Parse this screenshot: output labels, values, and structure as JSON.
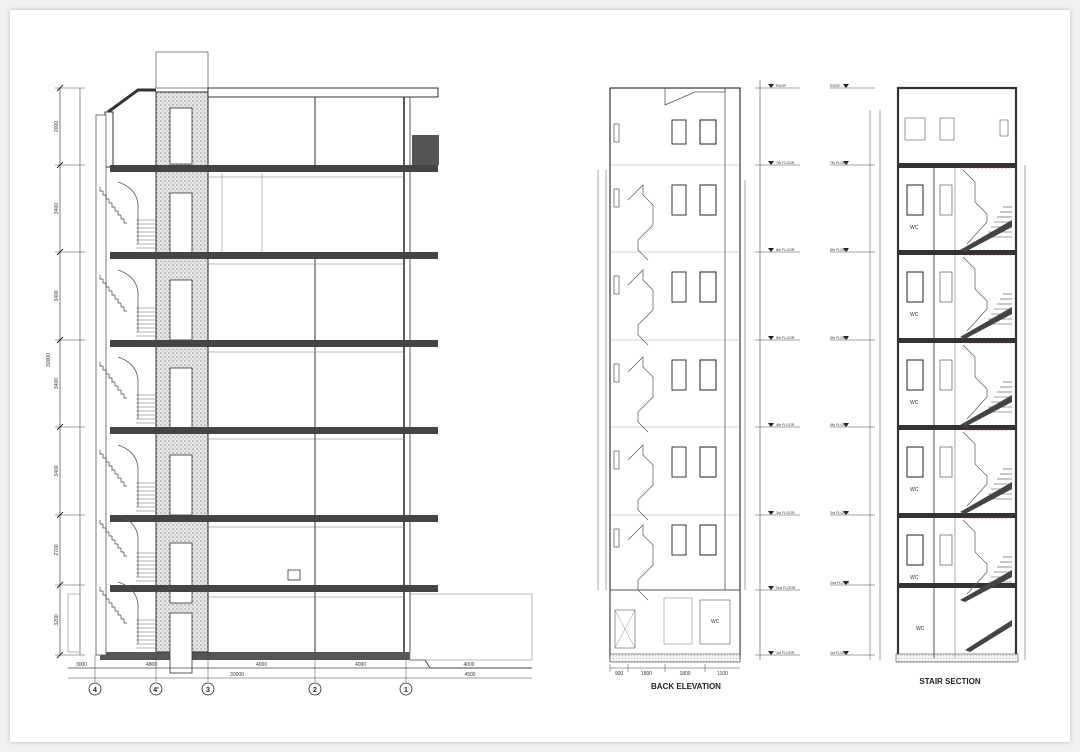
{
  "drawing": {
    "views": {
      "section": {
        "grid_labels": [
          "4",
          "4'",
          "3",
          "2",
          "1"
        ],
        "bottom_dims": [
          "3000",
          "4800",
          "4000",
          "4000",
          "4000"
        ],
        "overall_dim": "30000",
        "left_dims": [
          "2000",
          "3400",
          "3400",
          "3400",
          "3400",
          "2700",
          "3200"
        ],
        "right_note": "4500"
      },
      "back_elevation": {
        "title": "BACK ELEVATION",
        "bottom_dims": [
          "900",
          "1800",
          "1800",
          "1100"
        ],
        "levels": [
          "ROOF",
          "7th FLOOR",
          "6th FLOOR",
          "5th FLOOR",
          "4th FLOOR",
          "3rd FLOOR",
          "2nd FLOOR",
          "1st FLOOR"
        ],
        "room_label": "WC"
      },
      "stair_section": {
        "title": "STAIR SECTION",
        "levels": [
          "ROOF",
          "7th FLOOR",
          "6th FLOOR",
          "5th FLOOR",
          "4th FLOOR",
          "3rd FLOOR",
          "2nd FLOOR",
          "1st FLOOR"
        ],
        "room_label": "WC"
      }
    }
  }
}
